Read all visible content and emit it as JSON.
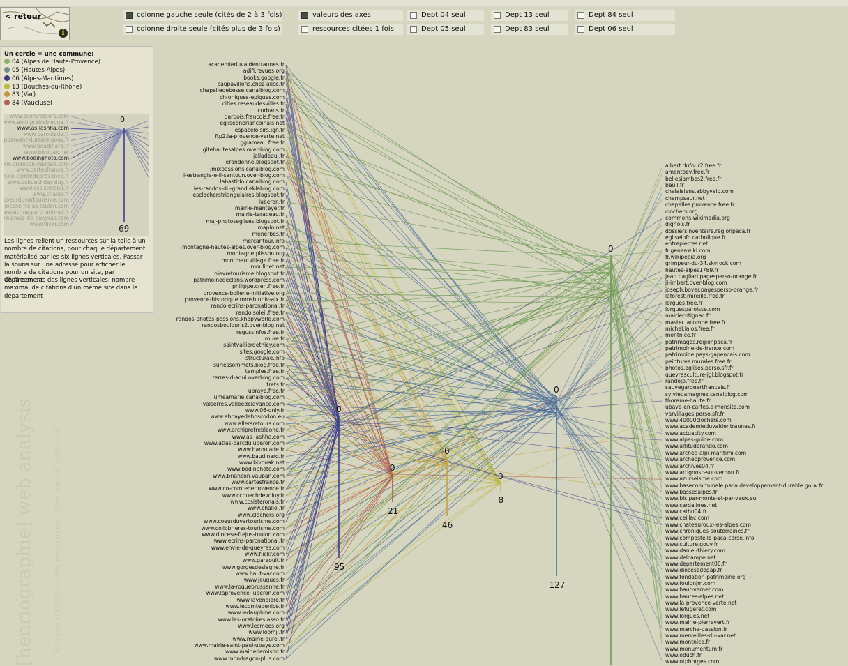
{
  "nav": {
    "back_label": "< retour",
    "info_label": "i"
  },
  "options": [
    {
      "label": "colonne gauche seule (cités de 2 à 3 fois)",
      "checked": true
    },
    {
      "label": "colonne droite seule (cités plus de 3 fois)",
      "checked": false
    },
    {
      "label": "valeurs des axes",
      "checked": true
    },
    {
      "label": "ressources citées 1 fois",
      "checked": false
    },
    {
      "label": "Dept 04 seul",
      "checked": false
    },
    {
      "label": "Dept 05 seul",
      "checked": false
    },
    {
      "label": "Dept 13 seul",
      "checked": false
    },
    {
      "label": "Dept 83 seul",
      "checked": false
    },
    {
      "label": "Dept 84 seul",
      "checked": false
    },
    {
      "label": "Dept 06 seul",
      "checked": false
    }
  ],
  "legend": {
    "title": "Un cercle = une commune:",
    "items": [
      {
        "label": "04 (Alpes de Haute-Provence)",
        "color": "#8fae6a"
      },
      {
        "label": "05 (Hautes-Alpes)",
        "color": "#7a8a8c"
      },
      {
        "label": "06 (Alpes-Maritimes)",
        "color": "#3f3a86"
      },
      {
        "label": "13 (Bouches-du-Rhône)",
        "color": "#b8b842"
      },
      {
        "label": "83 (Var)",
        "color": "#c09a40"
      },
      {
        "label": "84 (Vaucluse)",
        "color": "#b0605a"
      }
    ],
    "zoom": {
      "top_value": "0",
      "bottom_value": "69",
      "labels": [
        "www.allersretours.com",
        "www.archipretrebleone.fr",
        "www.as-lashha.com",
        "www.barouiade.fr",
        "eppement-durable.gouv.fr",
        "www.baudinard.fr",
        "www.bivouak.net",
        "www.bodinphoto.com",
        "www.briancon-vauban.com",
        "www.cartesfrance.fr",
        "w.co-comtedeprovence.fr",
        "www.ccbuechdevoluy.fr",
        "www.ccsisterona.fr",
        "www.chaliol.fr",
        "coeurduvartourisme.com",
        "diocese-frejus-toulon.com",
        "www.ecrins-parcnational.fr",
        "ww.envie-de-queyras.com",
        "www.flickr.com"
      ],
      "dark": [
        2,
        7
      ]
    },
    "description": "Les lignes relient un ressources sur la toile à un nombre de citations, pour chaque département matérialisé par les six lignes verticales. Passer la souris sur une adresse pour afficher le nombre de citations pour un site, par département",
    "description2": "Chiffre en bas des lignes verticales: nombre maximal de citations d'un même site dans le département"
  },
  "watermark": {
    "title": "[henriographie] web analysis",
    "subtitle": "Analyse statistique des ressources citées par département"
  },
  "axes": [
    {
      "dept": "06",
      "top": "0",
      "bottom": "95",
      "color": "#3b3f8c"
    },
    {
      "dept": "84",
      "top": "0",
      "bottom": "21",
      "color": "#b0544e"
    },
    {
      "dept": "83",
      "top": "0",
      "bottom": "46",
      "color": "#c4a247"
    },
    {
      "dept": "13",
      "top": "0",
      "bottom": "8",
      "color": "#b8b842"
    },
    {
      "dept": "05",
      "top": "0",
      "bottom": "127",
      "color": "#4a6e9a"
    },
    {
      "dept": "04",
      "top": "0",
      "bottom": "",
      "color": "#6e9a55"
    }
  ],
  "left_sites": [
    "academieduvaldentraunes.fr",
    "adifi.revues.org",
    "books.google.fr",
    "caupavillons.chez-alice.fr",
    "chapelledebesse.canalblog.com",
    "chroniques-epiques.com",
    "cities.reseaudesvilles.fr",
    "curbans.fr",
    "darbois.francois.free.fr",
    "egliseenbriancoinals.net",
    "espaceloisirs.ign.fr",
    "ftp2.la-provence-verte.net",
    "gglameau.free.fr",
    "gitehautesalpes.over-blog.com",
    "jalladeauj.fr",
    "jerandonne.blogspot.fr",
    "jmixpassions.canalblog.com",
    "l-estrangie-e-il-santoun.over-blog.com",
    "labastido.canalblog.com",
    "les-randos-du-grand.eklablog.com",
    "lesclocherstriangulaires.blogspot.fr",
    "luberon.fr",
    "mairie-manteyer.fr",
    "mairie-taradeau.fr",
    "maj-photoseglises.blogspot.fr",
    "maplo.net",
    "menerbes.fr",
    "mercantour.info",
    "montagne-hautes-alpes.over-blog.com",
    "montagne.plisson.org",
    "montmaurvillage.free.fr",
    "moulinet.net",
    "nievretourisme.blogspot.fr",
    "patrimoinedeclans.wordpress.com",
    "philippe.cren.free.fr",
    "provence-bollene-initiative.org",
    "provence-historique.mmsh.univ-aix.fr",
    "rando.ecrins-parcnational.fr",
    "rando.soleil.free.fr",
    "randos-photos-passions.khopyworld.com",
    "randosboulouris2.over-blog.net",
    "regussinfos.free.fr",
    "roure.fr",
    "saintvallierdethiey.com",
    "sites.google.com",
    "structurae.info",
    "surlessommets.blog.free.fr",
    "temples.free.fr",
    "terres-d-aqui.overblog.com",
    "trets.fr",
    "ubraye.free.fr",
    "umeamarie.canalblog.com",
    "valserres.valleedelavance.com",
    "www.06-only.fr",
    "www.abbayedeboscodon.eu",
    "www.allersretours.com",
    "www.archipretrebleone.fr",
    "www.as-lashha.com",
    "www.atlas-parcduluberon.com",
    "www.barouiade.fr",
    "www.baudinard.fr",
    "www.bivouak.net",
    "www.bodinphoto.com",
    "www.briancon-vauban.com",
    "www.cartesfrance.fr",
    "www.co-comtedeprovence.fr",
    "www.ccbuechdevoluy.fr",
    "www.ccsisteronais.fr",
    "www.chaliol.fr",
    "www.clochers.org",
    "www.coeurduvartourisme.com",
    "www.collobrieres-tourisme.com",
    "www.diocese-frejus-toulon.com",
    "www.ecrins-parcnational.fr",
    "www.envie-de-queyras.com",
    "www.flickr.com",
    "www.gareoult.fr",
    "www.gorgesdeslagne.fr",
    "www.haut-var.com",
    "www.jouques.fr",
    "www.la-roquebrussanne.fr",
    "www.laprovence-luberon.com",
    "www.lavendiere.fr",
    "www.lecomtedenice.fr",
    "www.ledauphine.com",
    "www.les-oratoires.asso.fr",
    "www.lesmees.org",
    "www.loomji.fr",
    "www.mairie-aurel.fr",
    "www.mairie-saint-paul-ubaye.com",
    "www.mairiedemison.fr",
    "www.mondragon-plus.com"
  ],
  "right_sites": [
    "albert.dufour2.free.fr",
    "amontoev.free.fr",
    "bellesjambes2.free.fr",
    "beuil.fr",
    "chalaisiens.abbyvaib.com",
    "champsaur.net",
    "chapelles.provence.free.fr",
    "clochers.org",
    "commons.wikimedia.org",
    "dignois.fr",
    "dossiersinventaire.regionpaca.fr",
    "egliseinfo.catholique.fr",
    "entrepierres.net",
    "fr.geneawiki.com",
    "fr.wikipedia.org",
    "grimpeur-du-34.skyrock.com",
    "hautes-alpes1789.fr",
    "jean.pagliari.pagesperso-orange.fr",
    "jj-imbert.over-blog.com",
    "joseph.boyer.pagesperso-orange.fr",
    "laforest.mireille.free.fr",
    "lorgues.free.fr",
    "lorguesparoisse.com",
    "mairiecotignac.fr",
    "master.lacombe.free.fr",
    "michel.lalos.free.fr",
    "montnice.fr",
    "patrimages.regionpaca.fr",
    "patrimoine-de-france.com",
    "patrimoine.pays-gapencais.com",
    "peintures.murales.free.fr",
    "photos.eglises.perso.sfr.fr",
    "queyrasculture-jgl.blogspot.fr",
    "randojp.free.fr",
    "sauvegardeartfrancais.fr",
    "sylviedamagnez.canalblog.com",
    "thorame-haute.fr",
    "ubaye-en-cartes.e-monsite.com",
    "varvillages.perso.sfr.fr",
    "www.40000clochers.com",
    "www.academieduvaldentraunes.fr",
    "www.actuacity.com",
    "www.alpes-guide.com",
    "www.altituderando.com",
    "www.archeo-alpi-maritimi.com",
    "www.archeoprovence.com",
    "www.archives04.fr",
    "www.artignosc-sur-verdon.fr",
    "www.azurseisme.com",
    "www.basecommunale.paca.developpement-durable.gouv.fr",
    "www.bassesalpes.fr",
    "www.bls.par-monts-et-par-vaux.eu",
    "www.cardalines.net",
    "www.catho04.fr",
    "www.ceillac.com",
    "www.chateauroux-les-alpes.com",
    "www.chroniques-souterraines.fr",
    "www.compostelle-paca-corse.info",
    "www.culture.gouv.fr",
    "www.daniel-thiery.com",
    "www.delcampe.net",
    "www.departement06.fr",
    "www.diocesedegap.fr",
    "www.fondation-patrimoine.org",
    "www.foulonjm.com",
    "www.haut-vernet.com",
    "www.hautes-alpes.net",
    "www.la-provence-verte.net",
    "www.lefugeret.com",
    "www.lorgues.net",
    "www.mairie-pierrevert.fr",
    "www.marche-passion.fr",
    "www.merveilles-du-var.net",
    "www.montnice.fr",
    "www.monumentum.fr",
    "www.oduch.fr",
    "www.otphorges.com"
  ]
}
